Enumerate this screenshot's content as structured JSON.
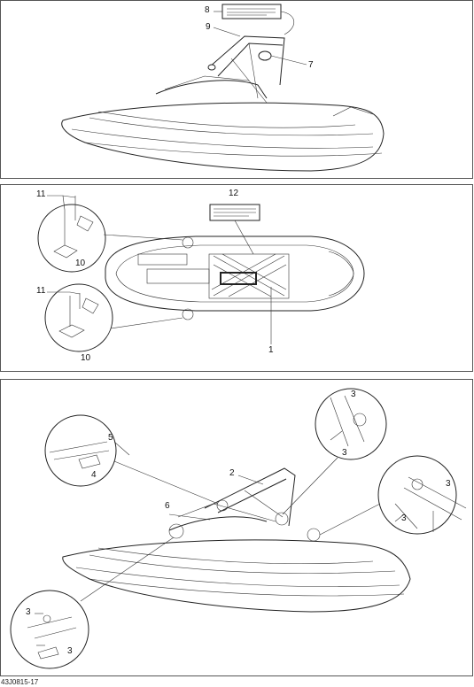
{
  "diagram_code": "43J0815-17",
  "top_panel": {
    "callouts": [
      "8",
      "9",
      "7"
    ]
  },
  "middle_panel": {
    "callouts": [
      "11",
      "10",
      "11",
      "10",
      "12",
      "1"
    ]
  },
  "bottom_panel": {
    "callouts": [
      "5",
      "4",
      "2",
      "6",
      "3",
      "3",
      "3",
      "3",
      "3",
      "3"
    ]
  }
}
